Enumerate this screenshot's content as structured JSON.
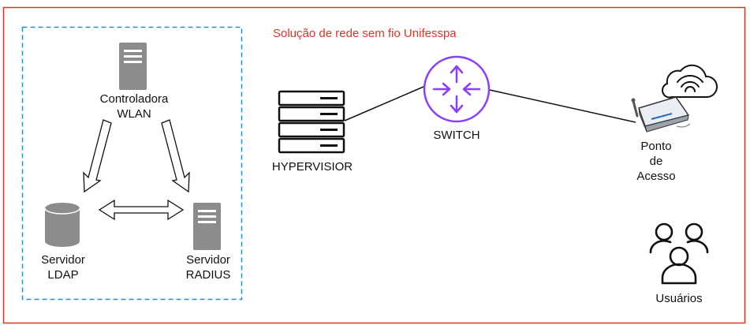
{
  "title": "Solução de rede sem fio Unifesspa",
  "colors": {
    "frame": "#d9362b",
    "title": "#d9362b",
    "dashed_box": "#2a8fd0",
    "server": "#8c8c8c",
    "switch": "#8a3ffc",
    "line": "#111111"
  },
  "nodes": {
    "controladora": {
      "line1": "Controladora",
      "line2": "WLAN",
      "icon": "server-icon"
    },
    "ldap": {
      "line1": "Servidor",
      "line2": "LDAP",
      "icon": "database-icon"
    },
    "radius": {
      "line1": "Servidor",
      "line2": "RADIUS",
      "icon": "server-icon"
    },
    "hypervisor": {
      "label": "HYPERVISIOR",
      "icon": "server-rack-icon"
    },
    "switch": {
      "label": "SWITCH",
      "icon": "router-icon"
    },
    "access_point": {
      "line1": "Ponto",
      "line2": "de",
      "line3": "Acesso",
      "icon": "wireless-router-icon"
    },
    "cloud": {
      "icon": "wifi-cloud-icon"
    },
    "users": {
      "label": "Usuários",
      "icon": "users-icon"
    }
  }
}
